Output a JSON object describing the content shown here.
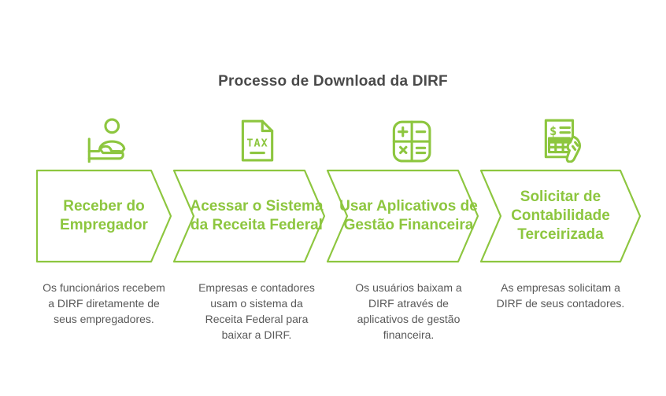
{
  "title": "Processo de Download da DIRF",
  "colors": {
    "accent_green": "#8DC63F",
    "title_text": "#4A4A4A",
    "description_text": "#595959"
  },
  "icons": {
    "tax_text": "TAX",
    "invoice_text": "$"
  },
  "steps": [
    {
      "icon": "person-receive-hand-icon",
      "label": "Receber do Empregador",
      "description": "Os funcionários recebem a DIRF diretamente de seus empregadores."
    },
    {
      "icon": "tax-document-icon",
      "label": "Acessar o Sistema da Receita Federal",
      "description": "Empresas e contadores usam o sistema da Receita Federal para baixar a DIRF."
    },
    {
      "icon": "calculator-icon",
      "label": "Usar Aplicativos de Gestão Financeira",
      "description": "Os usuários baixam a DIRF através de aplicativos de gestão financeira."
    },
    {
      "icon": "invoice-hand-icon",
      "label": "Solicitar de Contabilidade Terceirizada",
      "description": "As empresas solicitam a DIRF de seus contadores."
    }
  ]
}
